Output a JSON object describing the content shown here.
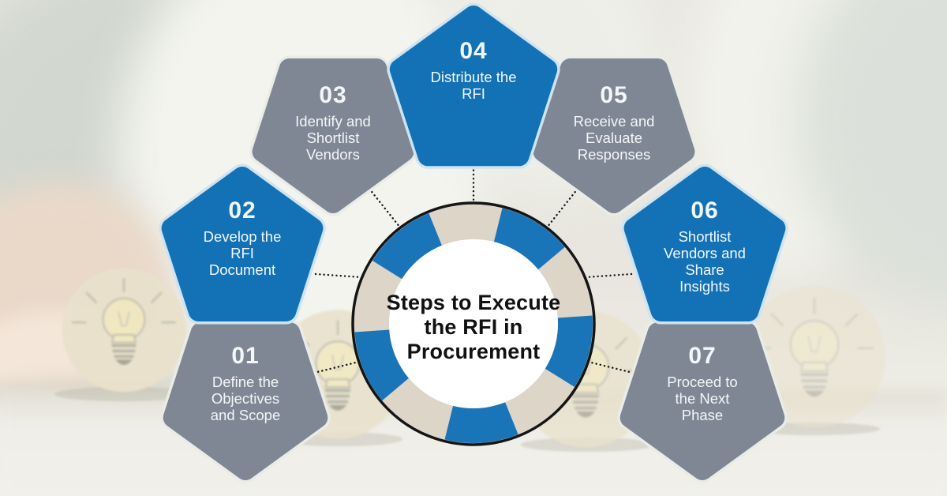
{
  "infographic": {
    "title": "Steps to Execute the RFI in Procurement",
    "steps": [
      {
        "number": "01",
        "label": "Define the Objectives and Scope",
        "color": "gray"
      },
      {
        "number": "02",
        "label": "Develop the RFI Document",
        "color": "blue"
      },
      {
        "number": "03",
        "label": "Identify and Shortlist Vendors",
        "color": "gray"
      },
      {
        "number": "04",
        "label": "Distribute the RFI",
        "color": "blue"
      },
      {
        "number": "05",
        "label": "Receive and Evaluate Responses",
        "color": "gray"
      },
      {
        "number": "06",
        "label": "Shortlist Vendors and Share Insights",
        "color": "blue"
      },
      {
        "number": "07",
        "label": "Proceed to the Next Phase",
        "color": "gray"
      }
    ]
  },
  "colors": {
    "step_blue": "#1372b6",
    "step_gray": "#7f8795",
    "ring_blue": "#1a74b8",
    "ring_cream": "#ddd5c7",
    "outline_black": "#151515",
    "text_white": "#f3f7f9",
    "title_black": "#111111"
  },
  "icons": [
    {
      "name": "lightbulb-icon",
      "meaning": "idea lightbulb drawn on wooden discs in blurred background photo"
    }
  ]
}
